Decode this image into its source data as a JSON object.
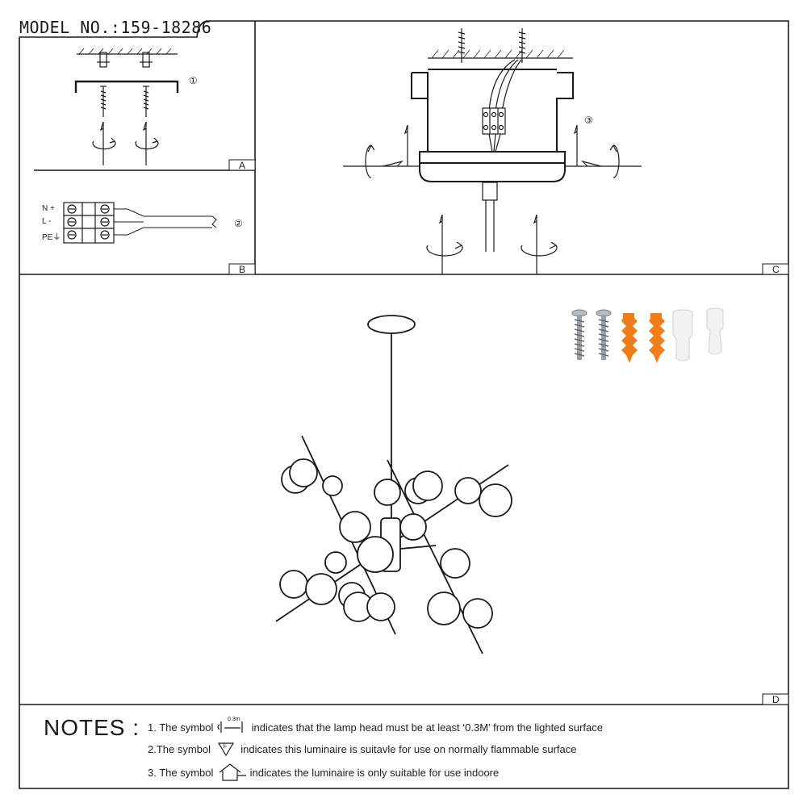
{
  "header": {
    "model": "MODEL NO.:159-18286"
  },
  "panels": {
    "a": {
      "label": "A",
      "step": "①"
    },
    "b": {
      "label": "B",
      "step": "②",
      "terminals": [
        "N +",
        "L -",
        "PE⏚"
      ]
    },
    "c": {
      "label": "C",
      "step": "③"
    },
    "d": {
      "label": "D"
    }
  },
  "notes": {
    "title": "NOTES :",
    "items": [
      {
        "prefix": "1. The symbol",
        "symbol_text": "0.3m",
        "text": "indicates that the lamp head must be at least ‘0.3M’ from the lighted surface"
      },
      {
        "prefix": "2.The symbol",
        "symbol_text": "F",
        "text": "indicates this luminaire is suitavle for use on normally flammable surface"
      },
      {
        "prefix": "3. The symbol",
        "text": "indicates the luminaire is only suitable for use indoore"
      }
    ]
  },
  "colors": {
    "line": "#1a1a1a",
    "anchor": "#f07d1c",
    "screw": "#9aa0a6",
    "connector": "#e8e8e8"
  },
  "icons": [
    "screw-icon",
    "wall-anchor-icon",
    "wire-connector-icon",
    "rotate-arrow-icon",
    "ceiling-canopy-icon",
    "terminal-block-icon",
    "distance-symbol-icon",
    "flammable-symbol-icon",
    "indoor-symbol-icon"
  ]
}
